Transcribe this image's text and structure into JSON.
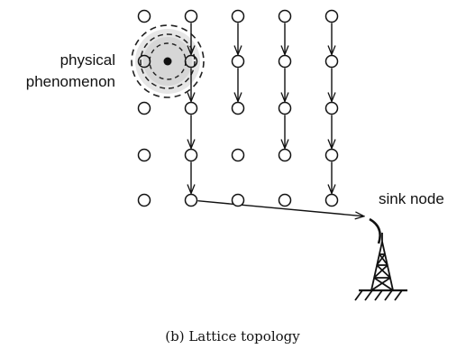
{
  "diagram": {
    "labels": {
      "phenomenon_line1": "physical",
      "phenomenon_line2": "phenomenon",
      "sink": "sink node"
    },
    "caption": "(b) Lattice topology",
    "icons": {
      "phenomenon": "phenomenon-source-icon",
      "sink": "antenna-tower-icon"
    },
    "colors": {
      "ink": "#111111",
      "halo": "#d9d9d9"
    },
    "lattice": {
      "rows": 5,
      "cols": 5
    },
    "routing_edges": [
      {
        "from": [
          1,
          0
        ],
        "to": [
          1,
          1
        ]
      },
      {
        "from": [
          1,
          1
        ],
        "to": [
          1,
          2
        ]
      },
      {
        "from": [
          1,
          2
        ],
        "to": [
          1,
          3
        ]
      },
      {
        "from": [
          1,
          3
        ],
        "to": [
          1,
          4
        ]
      },
      {
        "from": [
          1,
          4
        ],
        "to": "sink"
      },
      {
        "from": [
          2,
          0
        ],
        "to": [
          2,
          1
        ]
      },
      {
        "from": [
          2,
          1
        ],
        "to": [
          2,
          2
        ]
      },
      {
        "from": [
          3,
          0
        ],
        "to": [
          3,
          1
        ]
      },
      {
        "from": [
          3,
          1
        ],
        "to": [
          3,
          2
        ]
      },
      {
        "from": [
          3,
          2
        ],
        "to": [
          3,
          3
        ]
      },
      {
        "from": [
          4,
          0
        ],
        "to": [
          4,
          1
        ]
      },
      {
        "from": [
          4,
          1
        ],
        "to": [
          4,
          2
        ]
      },
      {
        "from": [
          4,
          2
        ],
        "to": [
          4,
          3
        ]
      },
      {
        "from": [
          4,
          3
        ],
        "to": [
          4,
          4
        ]
      }
    ]
  }
}
